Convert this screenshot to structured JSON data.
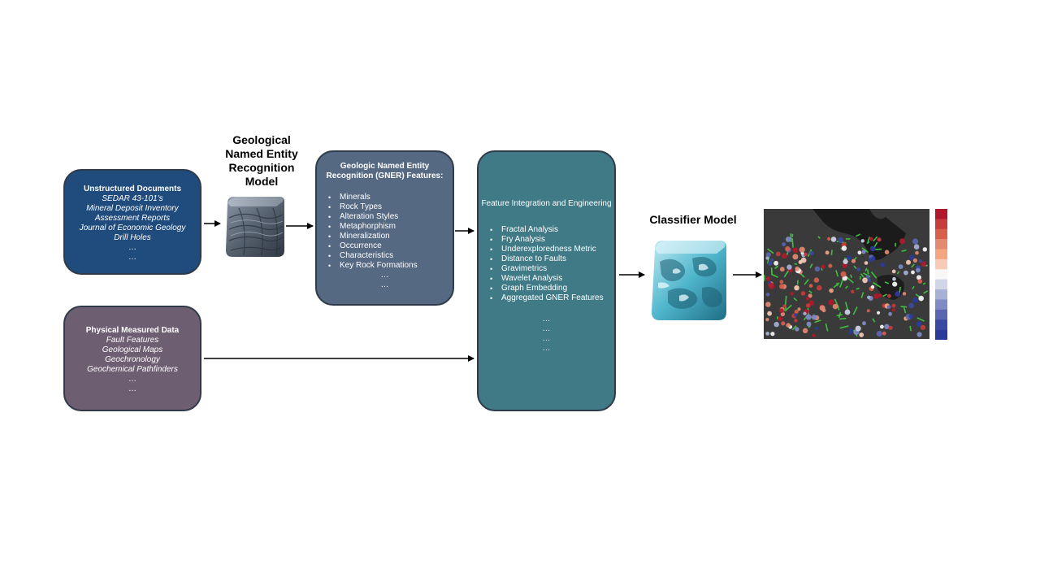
{
  "unstructured": {
    "title": "Unstructured Documents",
    "items": [
      "SEDAR 43-101's",
      "Mineral Deposit Inventory",
      "Assessment Reports",
      "Journal of Economic Geology",
      "Drill Holes",
      "…",
      "…"
    ]
  },
  "physical": {
    "title": "Physical Measured Data",
    "items": [
      "Fault Features",
      "Geological Maps",
      "Geochronology",
      "Geochemical Pathfinders",
      "…",
      "…"
    ]
  },
  "ner_model": {
    "heading": "Geological Named Entity Recognition Model"
  },
  "gner": {
    "title": "Geologic Named Entity Recognition (GNER) Features:",
    "bullets": [
      "Minerals",
      "Rock Types",
      "Alteration Styles",
      "Metaphorphism",
      "Mineralization",
      "Occurrence",
      "Characteristics",
      "Key Rock Formations"
    ],
    "trailing": [
      "…",
      "…"
    ]
  },
  "integration": {
    "title": "Feature Integration and Engineering",
    "bullets": [
      "Fractal Analysis",
      "Fry Analysis",
      "Underexploredness Metric",
      "Distance to Faults",
      "Gravimetrics",
      "Wavelet Analysis",
      "Graph Embedding",
      "Aggregated GNER Features"
    ],
    "trailing": [
      "…",
      "…",
      "…",
      "…"
    ]
  },
  "classifier": {
    "heading": "Classifier Model"
  },
  "colors": {
    "unstructured_box": "#1f4b7d",
    "physical_box": "#6e5e72",
    "gner_box": "#556983",
    "integration_box": "#3f7a86",
    "colorbar": [
      "#b2182b",
      "#c73c3c",
      "#d6604d",
      "#e48a73",
      "#f4a582",
      "#f7cbb6",
      "#f7f7f7",
      "#d1d5e8",
      "#a7b1d6",
      "#7f8cc4",
      "#5b66b1",
      "#3a4aa0",
      "#2b3b9a"
    ]
  }
}
